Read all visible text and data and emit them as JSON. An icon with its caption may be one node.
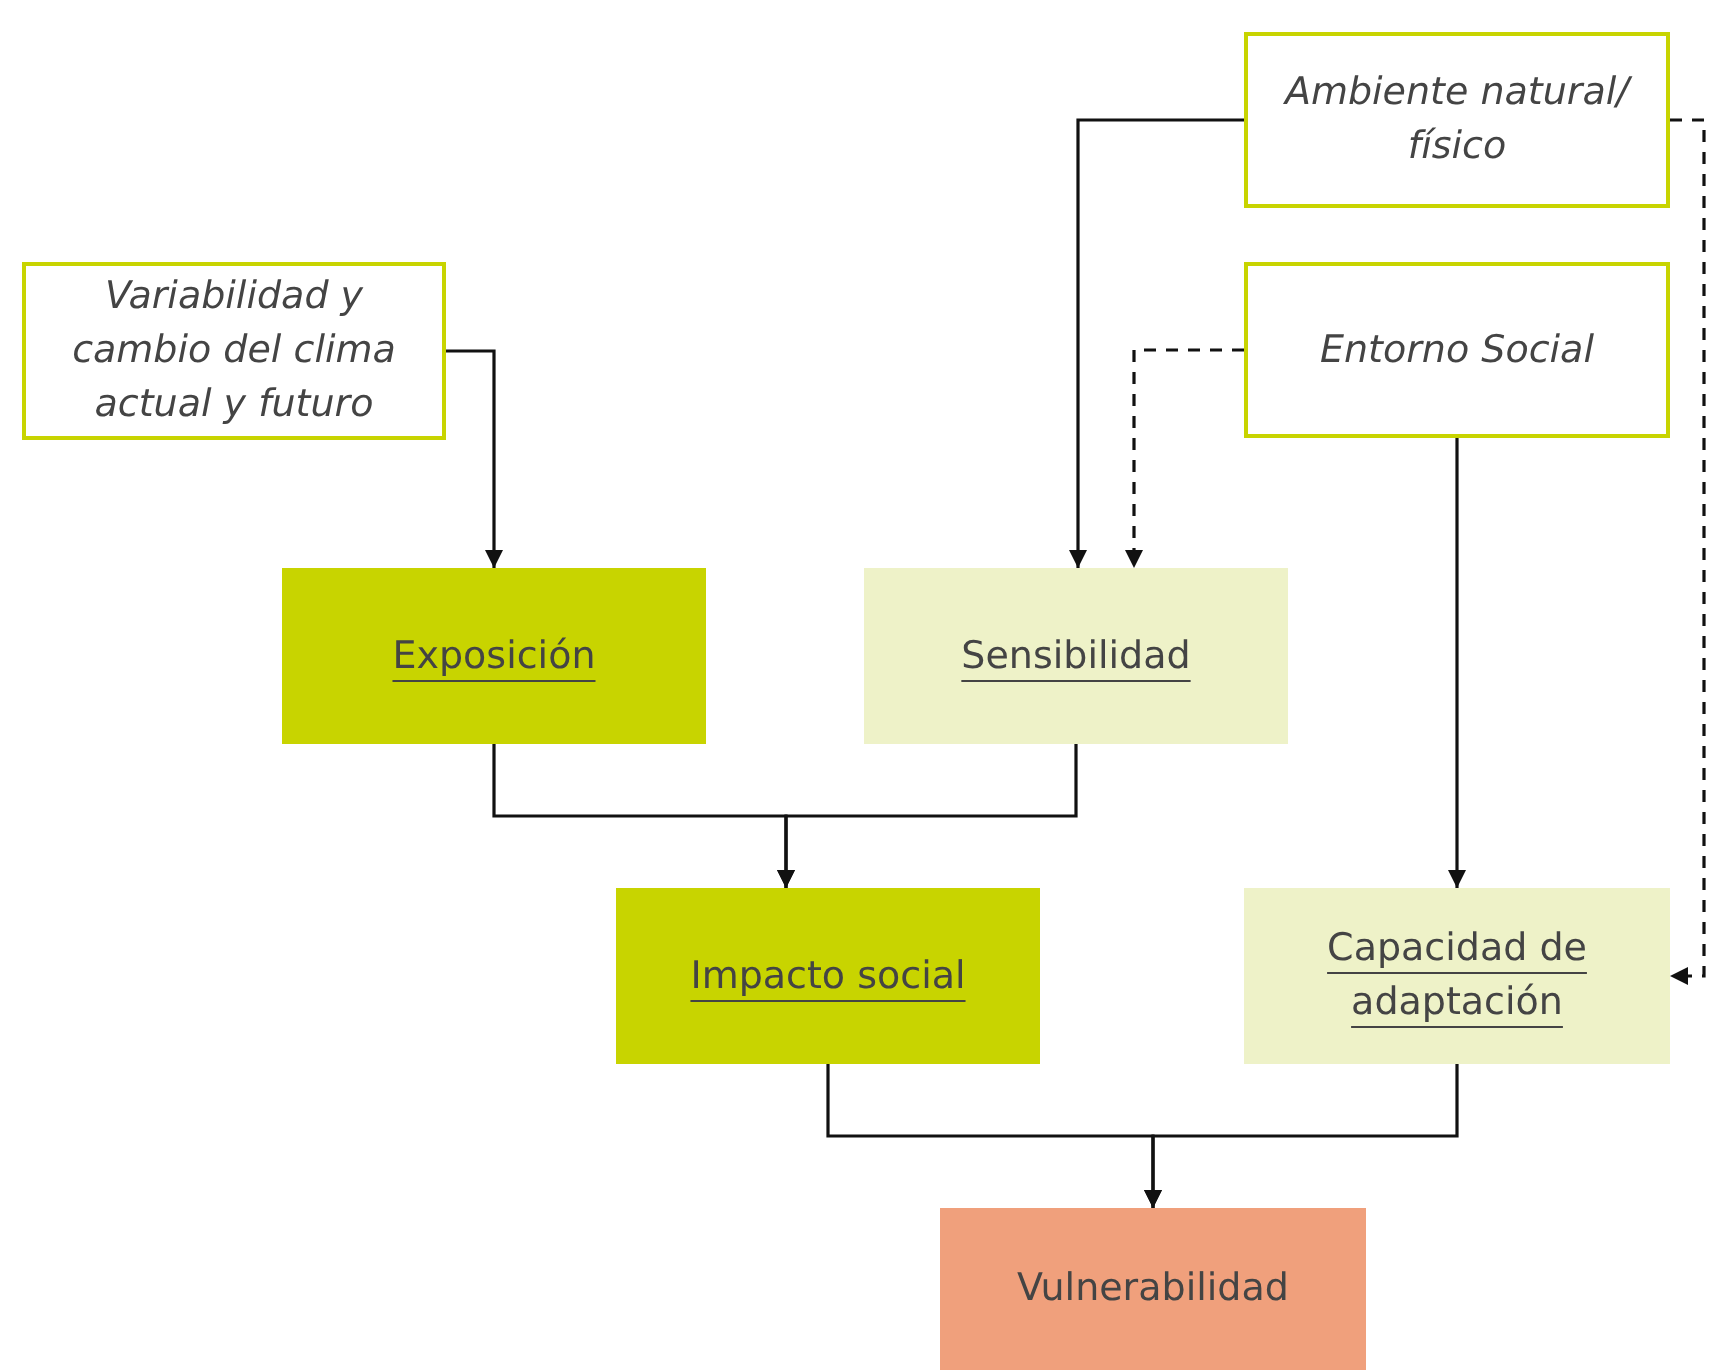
{
  "diagram": {
    "nodes": [
      {
        "text": [
          "Variabilidad y cambio del clima actual y futuro"
        ]
      },
      {
        "text": [
          "Ambiente natural/ físico"
        ]
      },
      {
        "text": [
          "Entorno Social"
        ]
      },
      {
        "text": [
          "Exposición"
        ]
      },
      {
        "text": [
          "Sensibilidad"
        ]
      },
      {
        "text": [
          "Impacto social "
        ]
      },
      {
        "text": [
          "Capacidad de adaptación"
        ]
      },
      {
        "text": [
          "Vulnerabilidad"
        ]
      }
    ],
    "edges": [
      {
        "from": 0,
        "to": 3,
        "arrow": "to"
      },
      {
        "from": 1,
        "to": 4,
        "arrow": "to"
      },
      {
        "from": 2,
        "to": 4,
        "arrow": "to",
        "style": "dashed"
      },
      {
        "from": 3,
        "to": 5,
        "arrow": "to"
      },
      {
        "from": 4,
        "to": 5,
        "arrow": "to"
      },
      {
        "from": 2,
        "to": 6,
        "arrow": "to"
      },
      {
        "from": 1,
        "to": 6,
        "arrow": "to",
        "style": "dashed"
      },
      {
        "from": 5,
        "to": 7,
        "arrow": "to"
      },
      {
        "from": 6,
        "to": 7,
        "arrow": "to"
      }
    ]
  }
}
